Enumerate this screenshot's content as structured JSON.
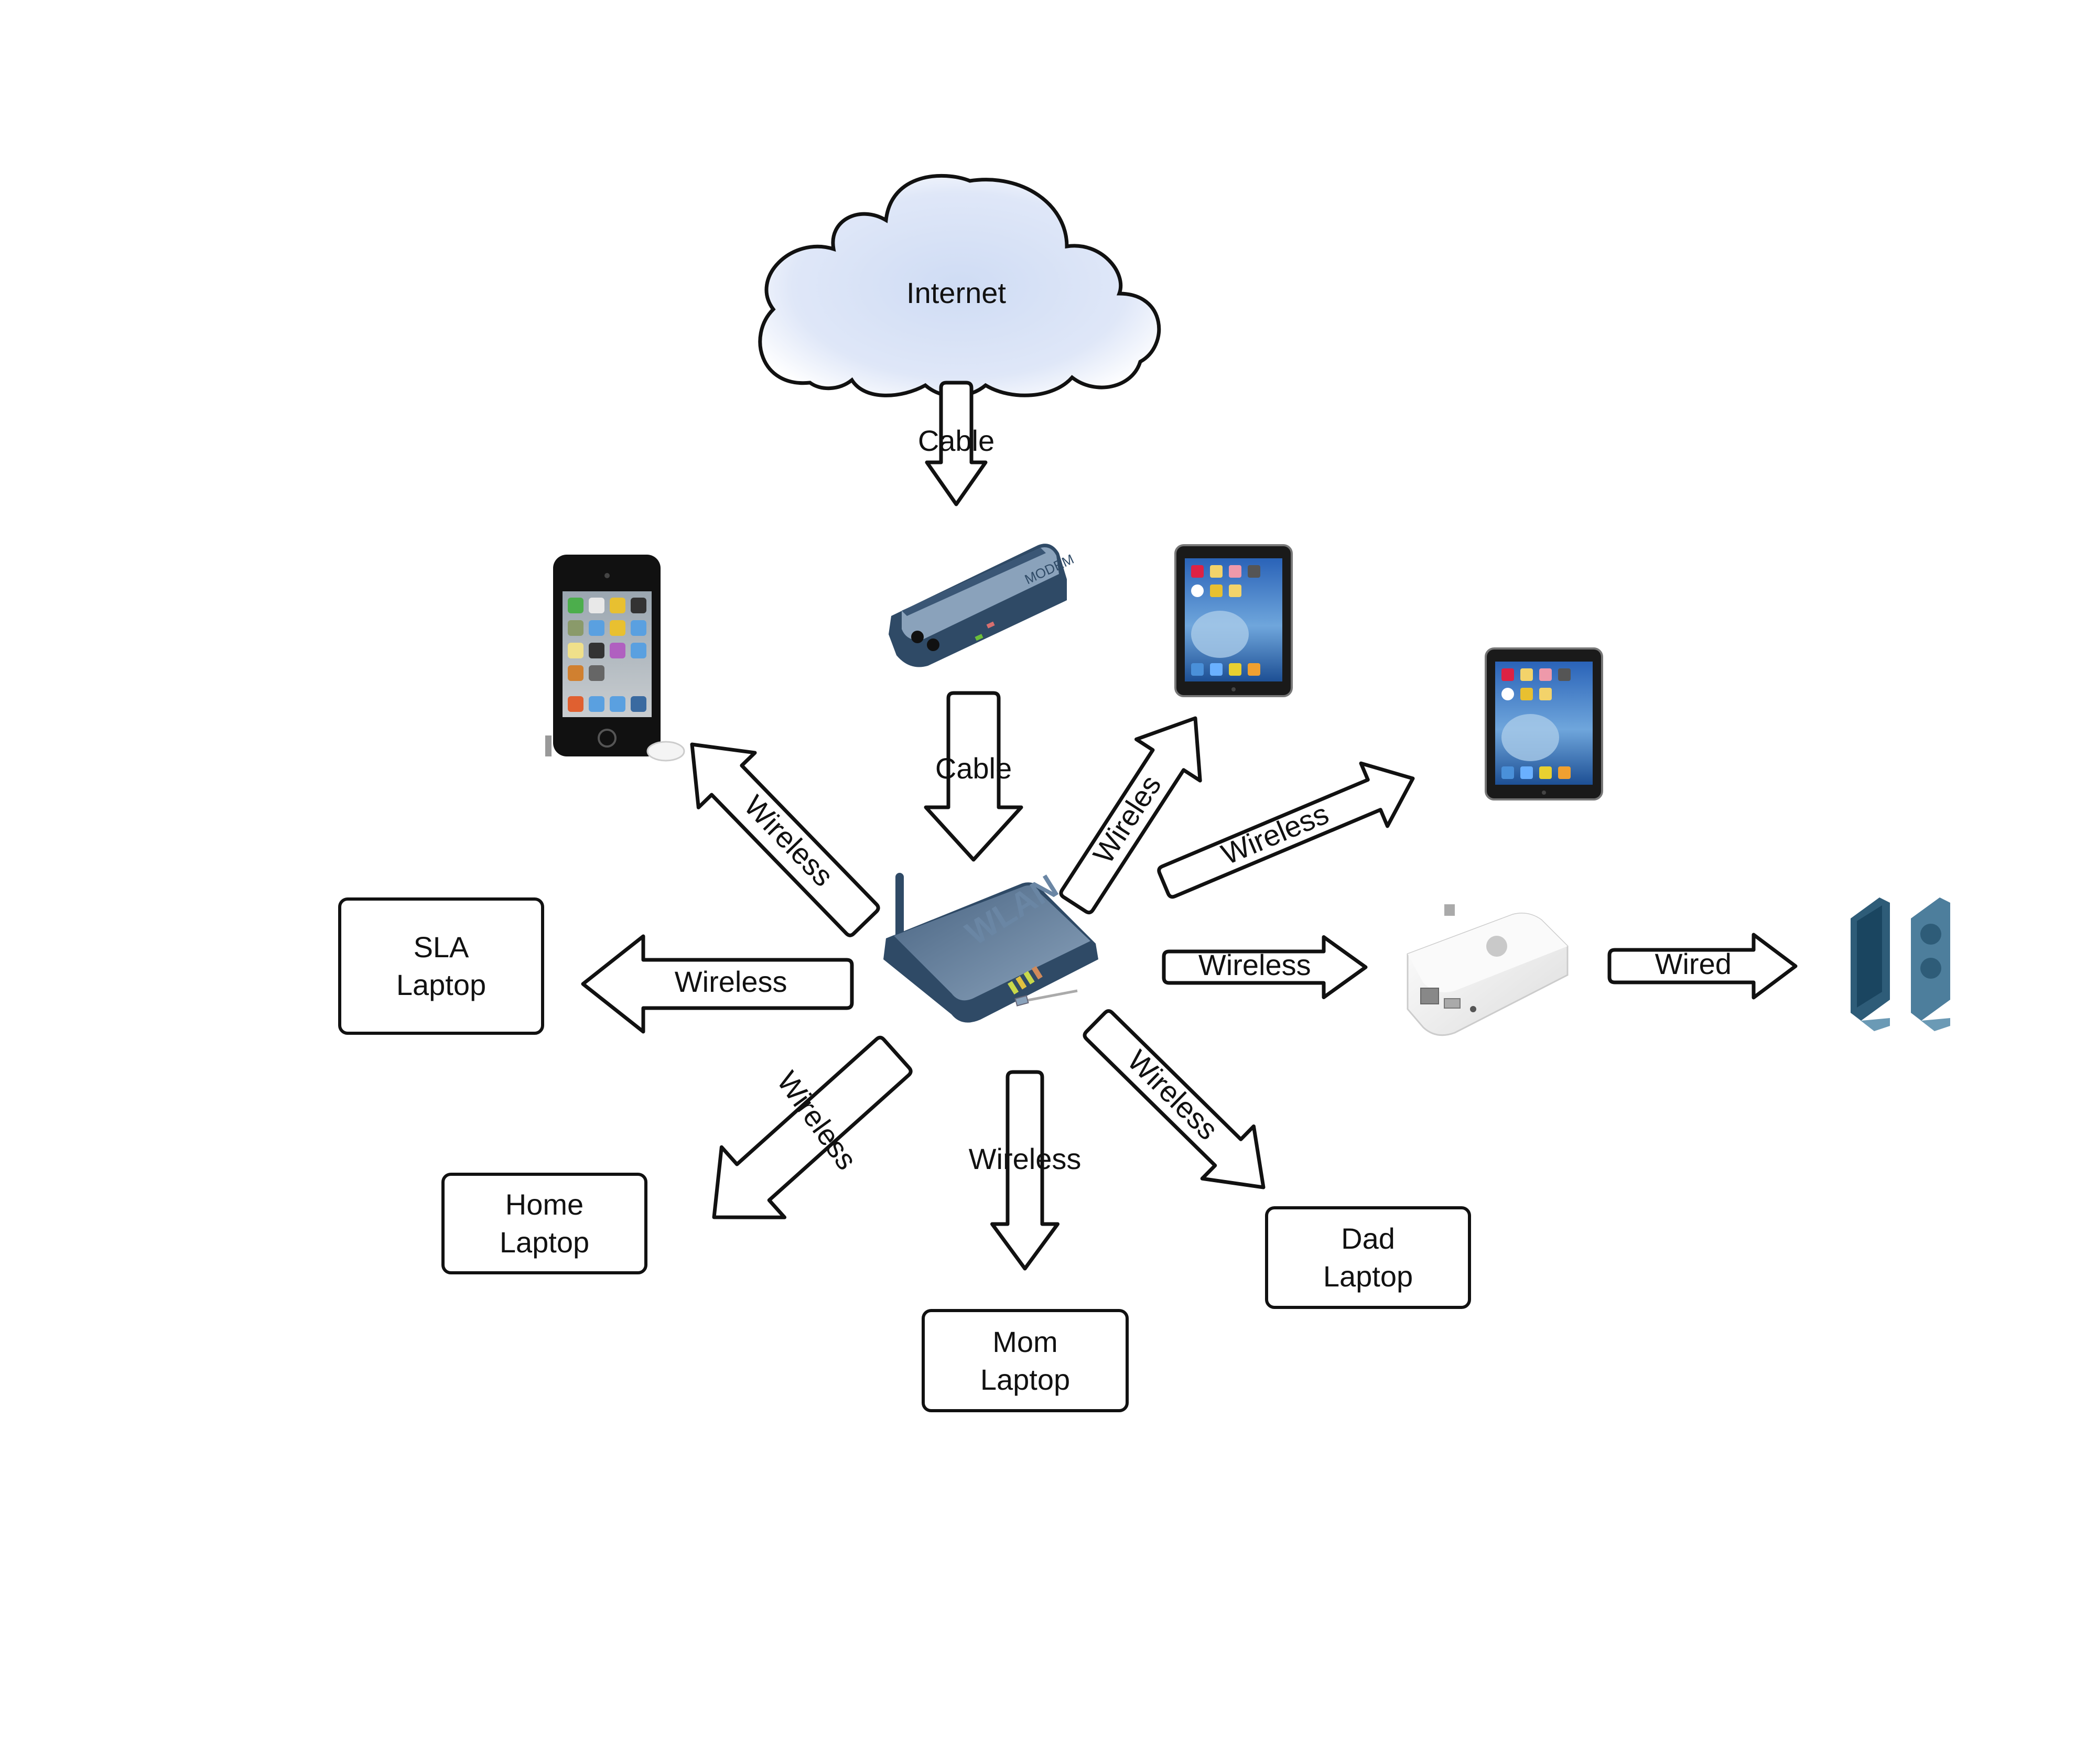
{
  "diagram": {
    "title": "Home network diagram",
    "nodes": {
      "internet": {
        "label": "Internet",
        "kind": "cloud"
      },
      "modem": {
        "label": "",
        "kind": "cable-modem"
      },
      "router": {
        "label": "",
        "kind": "wireless-router",
        "device_text": "WLAN"
      },
      "ipod": {
        "label": "",
        "kind": "ipod-touch"
      },
      "ipad_1": {
        "label": "",
        "kind": "ipad"
      },
      "ipad_2": {
        "label": "",
        "kind": "ipad"
      },
      "airport": {
        "label": "",
        "kind": "airport-express"
      },
      "speakers": {
        "label": "",
        "kind": "speakers"
      },
      "sla_laptop": {
        "line1": "SLA",
        "line2": "Laptop"
      },
      "home_laptop": {
        "line1": "Home",
        "line2": "Laptop"
      },
      "mom_laptop": {
        "line1": "Mom",
        "line2": "Laptop"
      },
      "dad_laptop": {
        "line1": "Dad",
        "line2": "Laptop"
      }
    },
    "edges": {
      "internet_to_modem": {
        "from": "internet",
        "to": "modem",
        "label": "Cable"
      },
      "modem_to_router": {
        "from": "modem",
        "to": "router",
        "label": "Cable"
      },
      "router_to_ipod": {
        "from": "router",
        "to": "ipod",
        "label": "Wireless"
      },
      "router_to_ipad_1": {
        "from": "router",
        "to": "ipad_1",
        "label": "Wireles"
      },
      "router_to_ipad_2": {
        "from": "router",
        "to": "ipad_2",
        "label": "Wireless"
      },
      "router_to_sla": {
        "from": "router",
        "to": "sla_laptop",
        "label": "Wireless"
      },
      "router_to_airport": {
        "from": "router",
        "to": "airport",
        "label": "Wireless"
      },
      "airport_to_speakers": {
        "from": "airport",
        "to": "speakers",
        "label": "Wired"
      },
      "router_to_home": {
        "from": "router",
        "to": "home_laptop",
        "label": "Wireless"
      },
      "router_to_mom": {
        "from": "router",
        "to": "mom_laptop",
        "label": "Wireless"
      },
      "router_to_dad": {
        "from": "router",
        "to": "dad_laptop",
        "label": "Wireless"
      }
    }
  }
}
